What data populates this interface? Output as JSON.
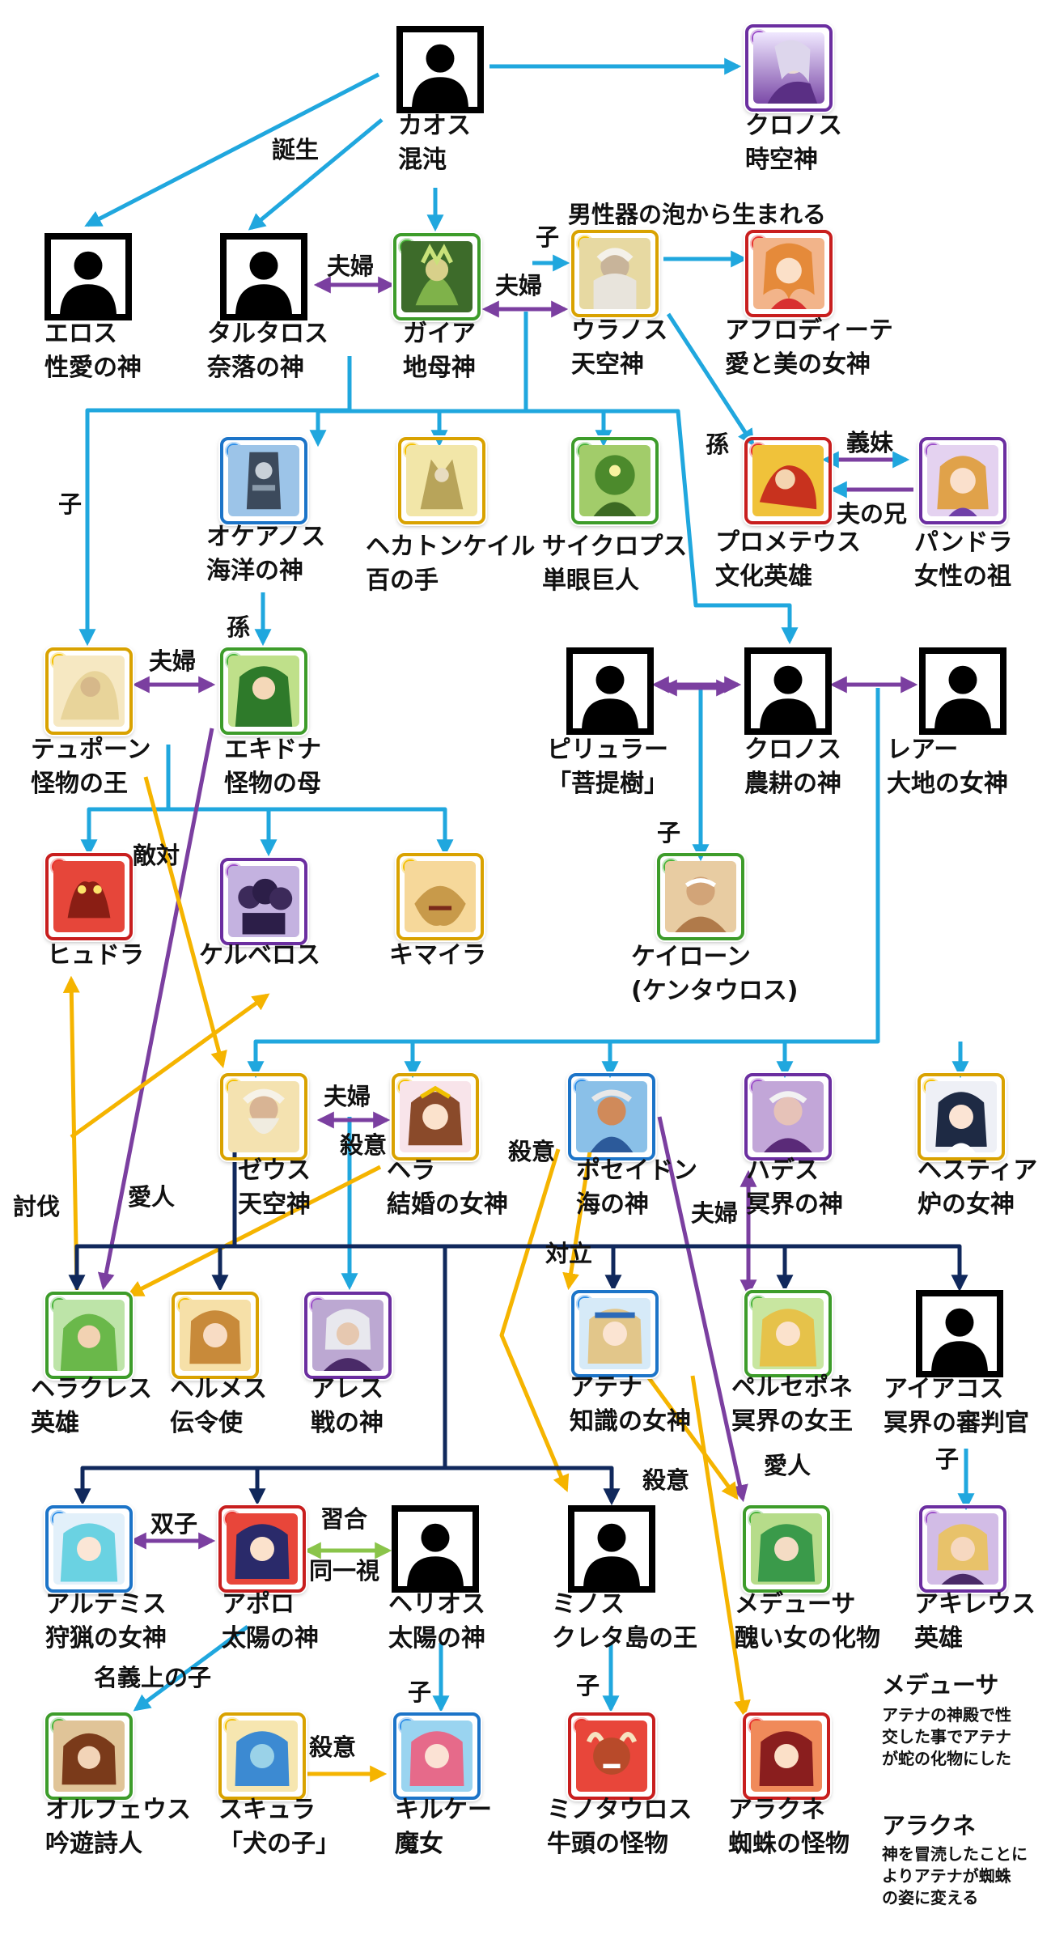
{
  "colors": {
    "child": "#20a7de",
    "spouse": "#7b3fa0",
    "rival": "#f5b400",
    "lineage": "#10285c",
    "syncretism": "#8ac44a",
    "placeholder": "#000000"
  },
  "nodes": {
    "chaos": {
      "name": "カオス",
      "title": "混沌",
      "element": "placeholder"
    },
    "chronos_time": {
      "name": "クロノス",
      "title": "時空神",
      "element": "dark"
    },
    "eros": {
      "name": "エロス",
      "title": "性愛の神",
      "element": "placeholder"
    },
    "tartaros": {
      "name": "タルタロス",
      "title": "奈落の神",
      "element": "placeholder"
    },
    "gaia": {
      "name": "ガイア",
      "title": "地母神",
      "element": "wood"
    },
    "uranos": {
      "name": "ウラノス",
      "title": "天空神",
      "element": "light"
    },
    "aphrodite": {
      "name": "アフロディーテ",
      "title": "愛と美の女神",
      "element": "fire"
    },
    "okeanos": {
      "name": "オケアノス",
      "title": "海洋の神",
      "element": "water"
    },
    "hekatoncheir": {
      "name": "ヘカトンケイル",
      "title": "百の手",
      "element": "light"
    },
    "cyclops": {
      "name": "サイクロプス",
      "title": "単眼巨人",
      "element": "wood"
    },
    "prometheus": {
      "name": "プロメテウス",
      "title": "文化英雄",
      "element": "fire"
    },
    "pandora": {
      "name": "パンドラ",
      "title": "女性の祖",
      "element": "dark"
    },
    "typhon": {
      "name": "テュポーン",
      "title": "怪物の王",
      "element": "light"
    },
    "echidna": {
      "name": "エキドナ",
      "title": "怪物の母",
      "element": "wood"
    },
    "philyra": {
      "name": "ピリュラー",
      "title": "「菩提樹」",
      "element": "placeholder"
    },
    "chronos_farm": {
      "name": "クロノス",
      "title": "農耕の神",
      "element": "placeholder"
    },
    "rhea": {
      "name": "レアー",
      "title": "大地の女神",
      "element": "placeholder"
    },
    "hydra": {
      "name": "ヒュドラ",
      "title": "",
      "element": "fire"
    },
    "kerberos": {
      "name": "ケルベロス",
      "title": "",
      "element": "dark"
    },
    "chimaira": {
      "name": "キマイラ",
      "title": "",
      "element": "light"
    },
    "cheiron": {
      "name": "ケイローン",
      "title": "(ケンタウロス)",
      "element": "wood"
    },
    "zeus": {
      "name": "ゼウス",
      "title": "天空神",
      "element": "light"
    },
    "hera": {
      "name": "ヘラ",
      "title": "結婚の女神",
      "element": "light"
    },
    "poseidon": {
      "name": "ポセイドン",
      "title": "海の神",
      "element": "water"
    },
    "hades": {
      "name": "ハデス",
      "title": "冥界の神",
      "element": "dark"
    },
    "hestia": {
      "name": "ヘスティア",
      "title": "炉の女神",
      "element": "light"
    },
    "herakles": {
      "name": "ヘラクレス",
      "title": "英雄",
      "element": "wood"
    },
    "hermes": {
      "name": "ヘルメス",
      "title": "伝令使",
      "element": "light"
    },
    "ares": {
      "name": "アレス",
      "title": "戦の神",
      "element": "dark"
    },
    "athena": {
      "name": "アテナ",
      "title": "知識の女神",
      "element": "water"
    },
    "persephone": {
      "name": "ペルセポネ",
      "title": "冥界の女王",
      "element": "wood"
    },
    "aiakos": {
      "name": "アイアコス",
      "title": "冥界の審判官",
      "element": "placeholder"
    },
    "artemis": {
      "name": "アルテミス",
      "title": "狩猟の女神",
      "element": "water"
    },
    "apollo": {
      "name": "アポロ",
      "title": "太陽の神",
      "element": "fire"
    },
    "helios": {
      "name": "ヘリオス",
      "title": "太陽の神",
      "element": "placeholder"
    },
    "minos": {
      "name": "ミノス",
      "title": "クレタ島の王",
      "element": "placeholder"
    },
    "medusa": {
      "name": "メデューサ",
      "title": "醜い女の化物",
      "element": "wood"
    },
    "achilles": {
      "name": "アキレウス",
      "title": "英雄",
      "element": "dark"
    },
    "orpheus": {
      "name": "オルフェウス",
      "title": "吟遊詩人",
      "element": "wood"
    },
    "scylla": {
      "name": "スキュラ",
      "title": "「犬の子」",
      "element": "light"
    },
    "circe": {
      "name": "キルケー",
      "title": "魔女",
      "element": "water"
    },
    "minotauros": {
      "name": "ミノタウロス",
      "title": "牛頭の怪物",
      "element": "fire"
    },
    "arachne": {
      "name": "アラクネ",
      "title": "蜘蛛の怪物",
      "element": "fire"
    }
  },
  "relations": {
    "birth": "誕生",
    "couple_tartaros_gaia": "夫婦",
    "couple_gaia_uranos": "夫婦",
    "child_uranos": "子",
    "foam_birth": "男性器の泡から生まれる",
    "child_left": "子",
    "grandchild_prometheus": "孫",
    "sister_in_law": "義妹",
    "husband_brother": "夫の兄",
    "grandchild_echidna": "孫",
    "couple_typhon_echidna": "夫婦",
    "rivalry": "敵対",
    "child_cheiron": "子",
    "couple_zeus_hera": "夫婦",
    "murder_intent_hera": "殺意",
    "murder_intent_poseidon": "殺意",
    "conquest": "討伐",
    "lover_zeus": "愛人",
    "couple_hades": "夫婦",
    "opposition": "対立",
    "lover_poseidon": "愛人",
    "murder_intent_athena": "殺意",
    "child_aiakos": "子",
    "twins": "双子",
    "syncretism_top": "習合",
    "syncretism_bottom": "同一視",
    "nominal_child": "名義上の子",
    "child_helios": "子",
    "child_minos": "子",
    "murder_intent_scylla": "殺意"
  },
  "notes": [
    {
      "title": "メデューサ",
      "body": "アテナの神殿で性\n交した事でアテナ\nが蛇の化物にした"
    },
    {
      "title": "アラクネ",
      "body": "神を冒涜したことに\nよりアテナが蜘蛛\nの姿に変える"
    }
  ]
}
